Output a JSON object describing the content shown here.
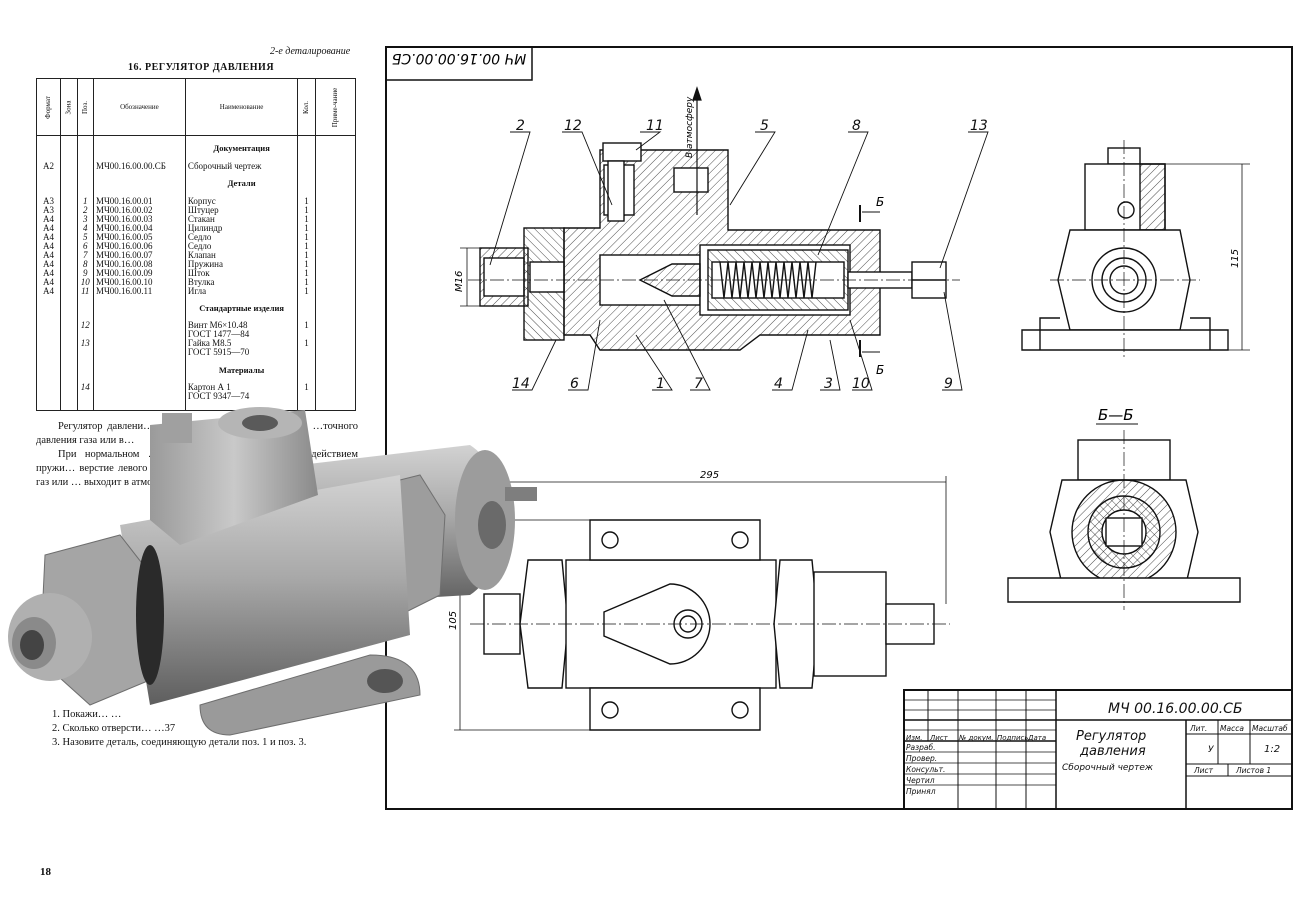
{
  "page": {
    "header": "2-е деталирование",
    "title": "16. РЕГУЛЯТОР ДАВЛЕНИЯ",
    "number": "18"
  },
  "spec": {
    "columns": [
      "Формат",
      "Зона",
      "Поз.",
      "Обозначение",
      "Наименование",
      "Кол.",
      "Приме-чание"
    ],
    "sections": {
      "docs": "Документация",
      "parts": "Детали",
      "standard": "Стандартные изделия",
      "materials": "Материалы"
    },
    "doc_row": {
      "format": "А2",
      "designation": "МЧ00.16.00.00.СБ",
      "name": "Сборочный чертеж"
    },
    "parts": [
      {
        "format": "А3",
        "pos": "1",
        "designation": "МЧ00.16.00.01",
        "name": "Корпус",
        "qty": "1"
      },
      {
        "format": "А3",
        "pos": "2",
        "designation": "МЧ00.16.00.02",
        "name": "Штуцер",
        "qty": "1"
      },
      {
        "format": "А4",
        "pos": "3",
        "designation": "МЧ00.16.00.03",
        "name": "Стакан",
        "qty": "1"
      },
      {
        "format": "А4",
        "pos": "4",
        "designation": "МЧ00.16.00.04",
        "name": "Цилиндр",
        "qty": "1"
      },
      {
        "format": "А4",
        "pos": "5",
        "designation": "МЧ00.16.00.05",
        "name": "Седло",
        "qty": "1"
      },
      {
        "format": "А4",
        "pos": "6",
        "designation": "МЧ00.16.00.06",
        "name": "Седло",
        "qty": "1"
      },
      {
        "format": "А4",
        "pos": "7",
        "designation": "МЧ00.16.00.07",
        "name": "Клапан",
        "qty": "1"
      },
      {
        "format": "А4",
        "pos": "8",
        "designation": "МЧ00.16.00.08",
        "name": "Пружина",
        "qty": "1"
      },
      {
        "format": "А4",
        "pos": "9",
        "designation": "МЧ00.16.00.09",
        "name": "Шток",
        "qty": "1"
      },
      {
        "format": "А4",
        "pos": "10",
        "designation": "МЧ00.16.00.10",
        "name": "Втулка",
        "qty": "1"
      },
      {
        "format": "А4",
        "pos": "11",
        "designation": "МЧ00.16.00.11",
        "name": "Игла",
        "qty": "1"
      }
    ],
    "standard": [
      {
        "pos": "12",
        "line1": "Винт М6×10.48",
        "line2": "ГОСТ 1477—84",
        "qty": "1"
      },
      {
        "pos": "13",
        "line1": "Гайка М8.5",
        "line2": "ГОСТ 5915—70",
        "qty": "1"
      }
    ],
    "materials": [
      {
        "pos": "14",
        "line1": "Картон А 1",
        "line2": "ГОСТ 9347—74",
        "qty": "1"
      }
    ]
  },
  "text": {
    "para1": "Регулятор давлени… …опрово-дах для предотвращ… …точного давления газа или в…",
    "para2": "При нормальном …ющий через штуцер … под действием пружи… верстие левого седла … перемещает клапан … крывается и газ или … выходит в атмо… чес… П…",
    "q1": "1. Покажи… …",
    "q2": "2. Сколько отверсти… …37",
    "q3": "3. Назовите деталь, соединяющую детали поз. 1 и поз. 3."
  },
  "drawing": {
    "code": "МЧ 00.16.00.00.СБ",
    "code_mirrored": "МЧ 00.16.00.00.СБ",
    "callouts": [
      "2",
      "12",
      "11",
      "5",
      "8",
      "13",
      "14",
      "6",
      "1",
      "7",
      "4",
      "3",
      "10",
      "9"
    ],
    "atmosphere_label": "В атмосферу",
    "section_mark": "Б",
    "section_title": "Б—Б",
    "dimensions": {
      "thread": "M16",
      "height": "115",
      "length": "295",
      "width": "105"
    }
  },
  "title_block": {
    "code": "МЧ 00.16.00.00.СБ",
    "name_line1": "Регулятор",
    "name_line2": "давления",
    "doc_type": "Сборочный чертеж",
    "headers": [
      "Изм.",
      "Лист",
      "№ докум.",
      "Подпись",
      "Дата"
    ],
    "roles": [
      "Разраб.",
      "Провер.",
      "Консульт.",
      "Чертил",
      "Принял"
    ],
    "lit_label": "Лит.",
    "mass_label": "Масса",
    "scale_label": "Масштаб",
    "lit_value": "У",
    "scale_value": "1:2",
    "sheet_label": "Лист",
    "sheets_label": "Листов 1"
  },
  "colors": {
    "ink": "#111111",
    "render_light": "#bdbdbd",
    "render_dark": "#6e6e6e"
  }
}
